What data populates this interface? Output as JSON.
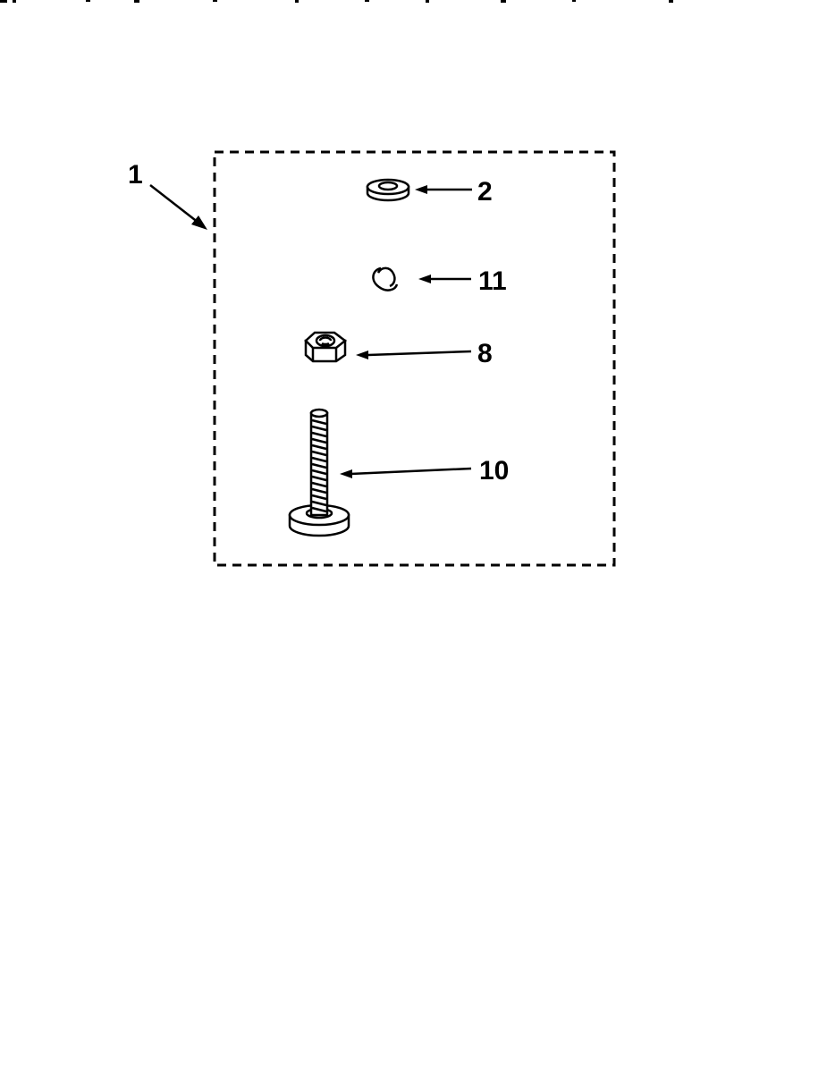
{
  "callouts": {
    "kit": "1",
    "washer": "2",
    "clip": "11",
    "nut": "8",
    "bolt": "10"
  }
}
